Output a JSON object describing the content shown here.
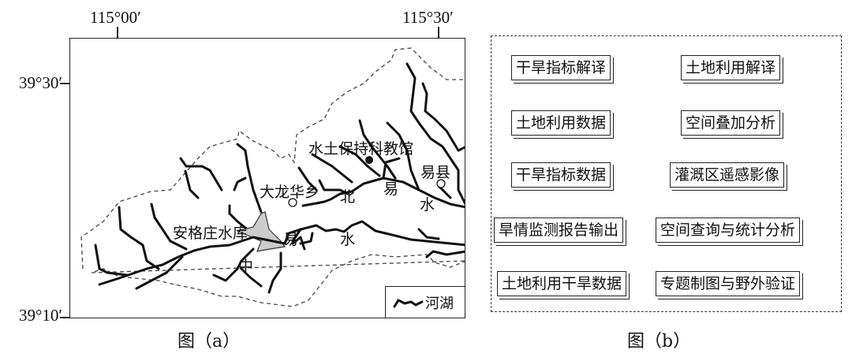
{
  "figure_a": {
    "caption": "图（a）",
    "lon_labels": [
      "115°00′",
      "115°30′"
    ],
    "lat_labels": [
      "39°30′",
      "39°10′"
    ],
    "places": {
      "museum": "水土保持科教馆",
      "yixian": "易县",
      "dalonghua": "大龙华乡",
      "reservoir": "安格庄水库"
    },
    "river_north": [
      "北",
      "易",
      "水"
    ],
    "river_middle": [
      "中",
      "易",
      "水"
    ],
    "legend_label": "河湖"
  },
  "figure_b": {
    "caption": "图（b）",
    "boxes": [
      "干旱指标解译",
      "土地利用解译",
      "土地利用数据",
      "空间叠加分析",
      "干旱指标数据",
      "灌溉区遥感影像",
      "旱情监测报告输出",
      "空间查询与统计分析",
      "土地利用干旱数据",
      "专题制图与野外验证"
    ]
  }
}
